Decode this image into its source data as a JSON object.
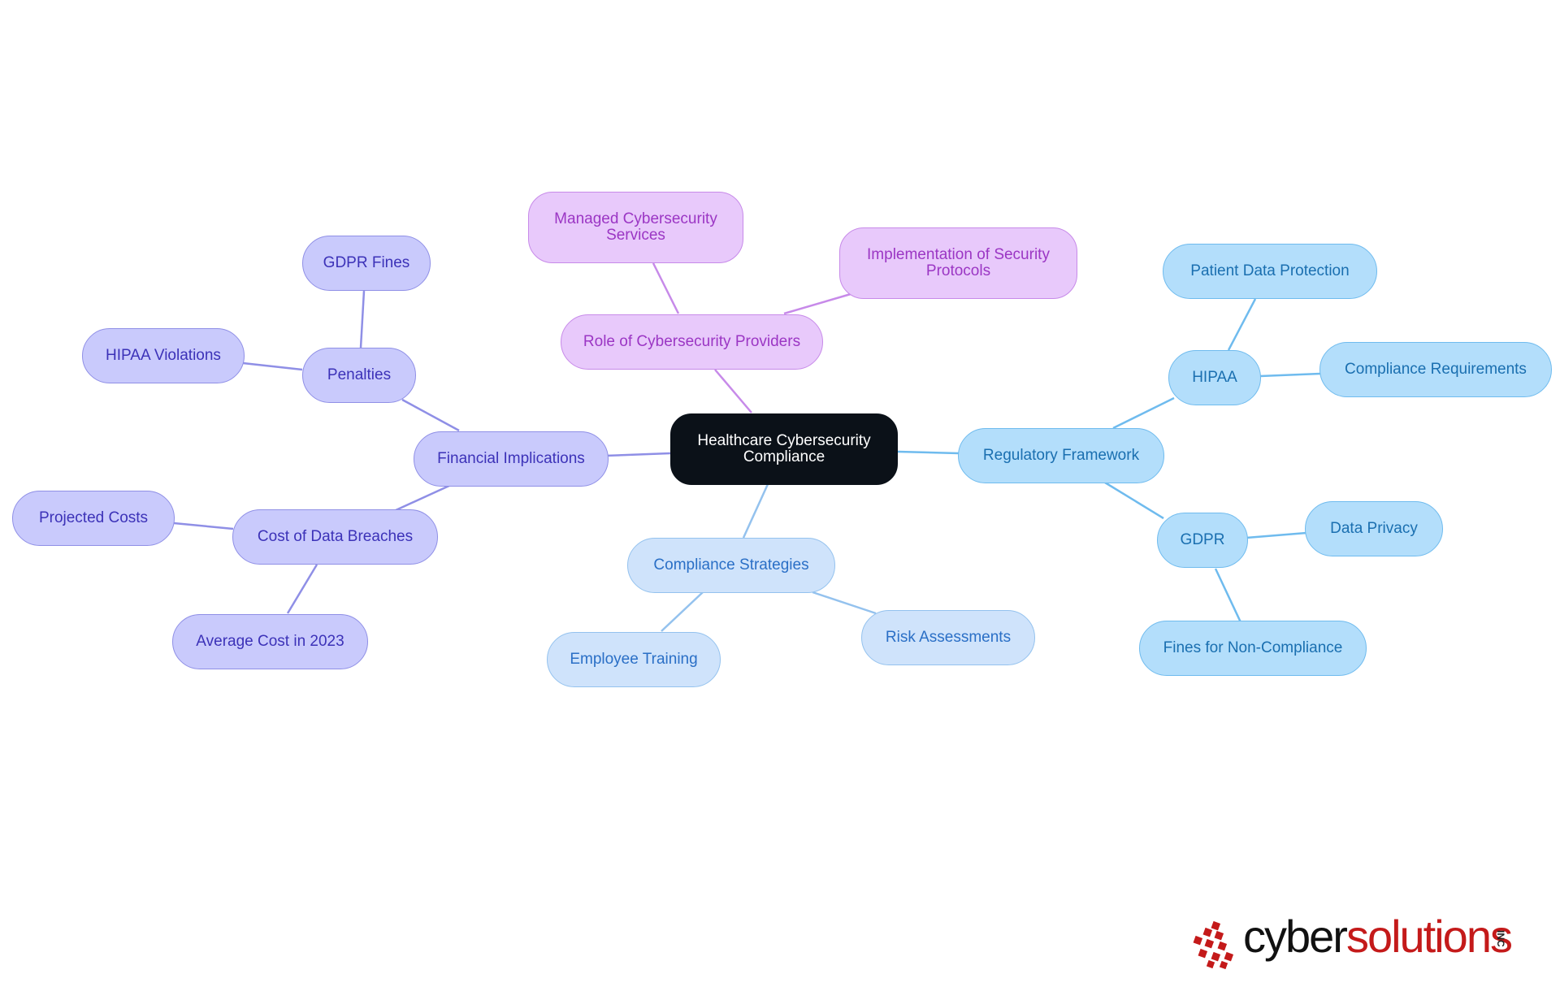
{
  "diagram": {
    "center": "Healthcare Cybersecurity Compliance",
    "branches": {
      "financial": {
        "label": "Financial Implications",
        "penalties": {
          "label": "Penalties",
          "children": [
            "GDPR Fines",
            "HIPAA Violations"
          ]
        },
        "cost": {
          "label": "Cost of Data Breaches",
          "children": [
            "Projected Costs",
            "Average Cost in 2023"
          ]
        }
      },
      "providers": {
        "label": "Role of Cybersecurity Providers",
        "children": [
          "Managed Cybersecurity Services",
          "Implementation of Security Protocols"
        ]
      },
      "strategies": {
        "label": "Compliance Strategies",
        "children": [
          "Employee Training",
          "Risk Assessments"
        ]
      },
      "regulatory": {
        "label": "Regulatory Framework",
        "hipaa": {
          "label": "HIPAA",
          "children": [
            "Patient Data Protection",
            "Compliance Requirements"
          ]
        },
        "gdpr": {
          "label": "GDPR",
          "children": [
            "Data Privacy",
            "Fines for Non-Compliance"
          ]
        }
      }
    }
  },
  "logo": {
    "word_1": "cyber",
    "word_2": "solutions",
    "suffix": "INC"
  },
  "colors": {
    "center": "#0b1118",
    "financial": "#c9cafc",
    "providers": "#e8c9fb",
    "strategies": "#cfe3fb",
    "regulatory": "#b3defb",
    "logo_red": "#c41a1a"
  }
}
